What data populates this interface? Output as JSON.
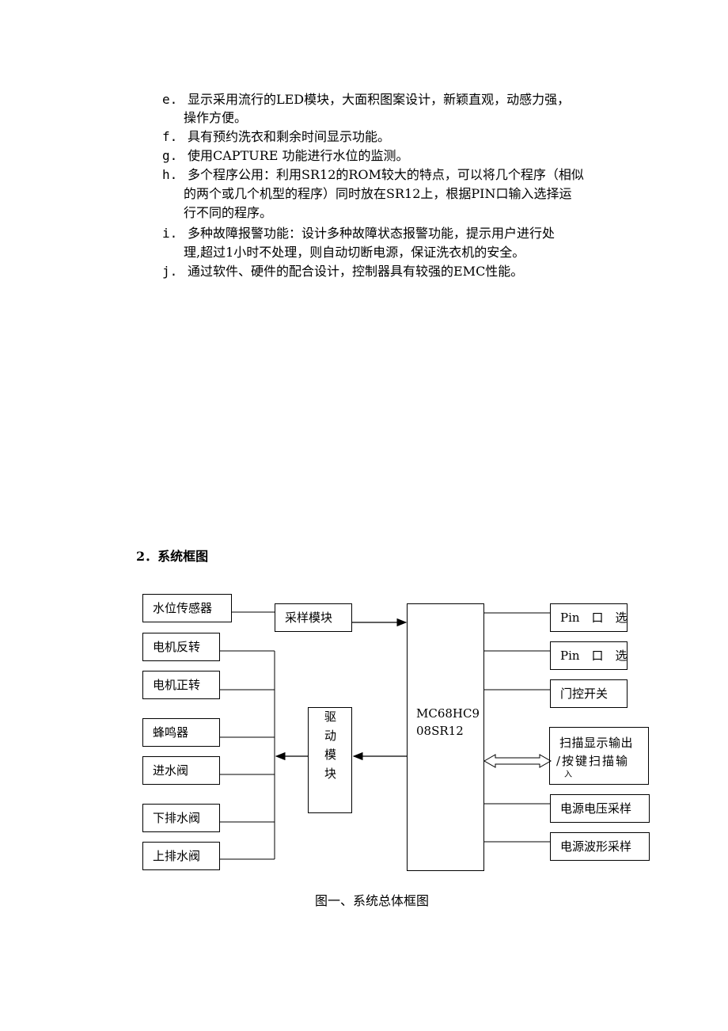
{
  "features": [
    {
      "label": "e.",
      "lines": [
        "显示采用流行的LED模块，大面积图案设计，新颖直观，动感力强，",
        "操作方便。"
      ]
    },
    {
      "label": "f.",
      "lines": [
        "具有预约洗衣和剩余时间显示功能。"
      ]
    },
    {
      "label": "g.",
      "lines": [
        "使用CAPTURE 功能进行水位的监测。"
      ]
    },
    {
      "label": "h.",
      "lines": [
        "多个程序公用：利用SR12的ROM较大的特点，可以将几个程序（相似",
        "的两个或几个机型的程序）同时放在SR12上，根据PIN口输入选择运",
        "行不同的程序。"
      ]
    },
    {
      "label": "i.",
      "lines": [
        "多种故障报警功能：设计多种故障状态报警功能，提示用户进行处",
        "理,超过1小时不处理，则自动切断电源，保证洗衣机的安全。"
      ]
    },
    {
      "label": "j.",
      "lines": [
        "通过软件、硬件的配合设计，控制器具有较强的EMC性能。"
      ]
    }
  ],
  "section_heading": "2．系统框图",
  "diagram": {
    "left_boxes": [
      "水位传感器",
      "电机反转",
      "电机正转",
      "蜂鸣器",
      "进水阀",
      "下排水阀",
      "上排水阀"
    ],
    "sampling_module": "采样模块",
    "drive_module": [
      "驱",
      "动",
      "模",
      "块"
    ],
    "mcu": [
      "MC68HC9",
      "08SR12"
    ],
    "right_boxes": [
      "Pin　口　选",
      "Pin　口　选",
      "门控开关",
      "电源电压采样",
      "电源波形采样"
    ],
    "scan_box": [
      "扫描显示输出",
      "/按键扫描输",
      "入"
    ]
  },
  "caption": "图一、系统总体框图"
}
